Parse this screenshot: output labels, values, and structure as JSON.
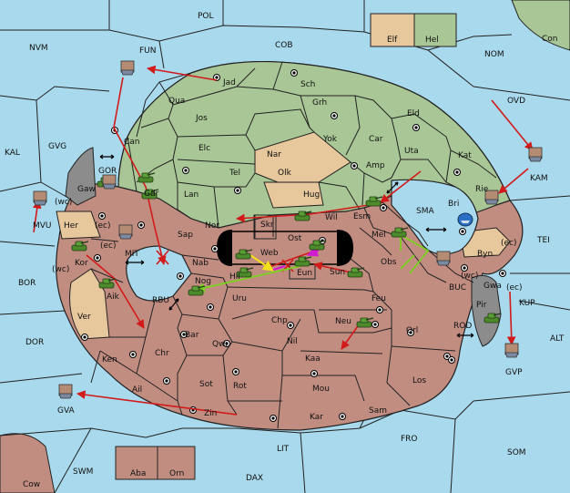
{
  "colors": {
    "sea": "#a9d9ec",
    "land_green": "#a9c796",
    "land_tan": "#e7c79c",
    "land_red": "#c28d81",
    "land_gray": "#8c8c8c",
    "border": "#222222",
    "order_red": "#d21a1a",
    "order_green": "#78d21e",
    "order_yellow": "#f2e11a",
    "order_magenta": "#d21ad2"
  },
  "icons": {
    "army": "tank-icon",
    "fleet": "ship-icon",
    "supply": "supply-center-icon"
  },
  "legend": {
    "elf": "Elf",
    "hel": "Hel",
    "aba": "Aba",
    "orn": "Orn"
  },
  "labels": {
    "POL": "POL",
    "NVM": "NVM",
    "FUN": "FUN",
    "COB": "COB",
    "NOM": "NOM",
    "Con": "Con",
    "Jad": "Jad",
    "Sch": "Sch",
    "Qua": "Qua",
    "Jos": "Jos",
    "Grh": "Grh",
    "Eld": "Eld",
    "OVD": "OVD",
    "KAL": "KAL",
    "GVG": "GVG",
    "Can": "Can",
    "Elc": "Elc",
    "Nar": "Nar",
    "Yok": "Yok",
    "Car": "Car",
    "Uta": "Uta",
    "Kat": "Kat",
    "KAM": "KAM",
    "Amp": "Amp",
    "Olk": "Olk",
    "Tel": "Tel",
    "GOR": "GOR",
    "Gaw": "Gaw",
    "Gdr": "Gdr",
    "Lan": "Lan",
    "Hug": "Hug",
    "Rie": "Rie",
    "Bri": "Bri",
    "SMA": "SMA",
    "Esm": "Esm",
    "Wil": "Wil",
    "Nor": "Nor",
    "MVU": "MVU",
    "wc1": "(wc)",
    "Her": "Her",
    "ec1": "(ec)",
    "Sap": "Sap",
    "Skr": "Skr",
    "Ost": "Ost",
    "Web": "Web",
    "Mel": "Mel",
    "Byn": "Byn",
    "ec2": "(ec)",
    "TEI": "TEI",
    "MIT": "MIT",
    "ec3": "(ec)",
    "Kor": "Kor",
    "wc2": "(wc)",
    "BOR": "BOR",
    "Nab": "Nab",
    "Hil": "Hil",
    "Eun": "Eun",
    "Sun": "Sun",
    "Obs": "Obs",
    "Nog": "Nog",
    "wc3": "(wc)",
    "BUC": "BUC",
    "Gwa": "Gwa",
    "ec4": "(ec)",
    "KUP": "KUP",
    "Aik": "Aik",
    "RBU": "RBU",
    "Uru": "Uru",
    "Feu": "Feu",
    "Pir": "Pir",
    "Ver": "Ver",
    "Chp": "Chp",
    "Neu": "Neu",
    "Orl": "Orl",
    "ROD": "ROD",
    "Bar": "Bar",
    "Qwi": "Qwi",
    "Nil": "Nil",
    "DOR": "DOR",
    "Chr": "Chr",
    "Ken": "Ken",
    "ALT": "ALT",
    "Kaa": "Kaa",
    "GVP": "GVP",
    "Los": "Los",
    "Sot": "Sot",
    "Rot": "Rot",
    "Mou": "Mou",
    "Ail": "Ail",
    "Sam": "Sam",
    "GVA": "GVA",
    "Zin": "Zin",
    "Kar": "Kar",
    "FRO": "FRO",
    "LIT": "LIT",
    "SOM": "SOM",
    "SWM": "SWM",
    "DAX": "DAX",
    "Cow": "Cow"
  }
}
